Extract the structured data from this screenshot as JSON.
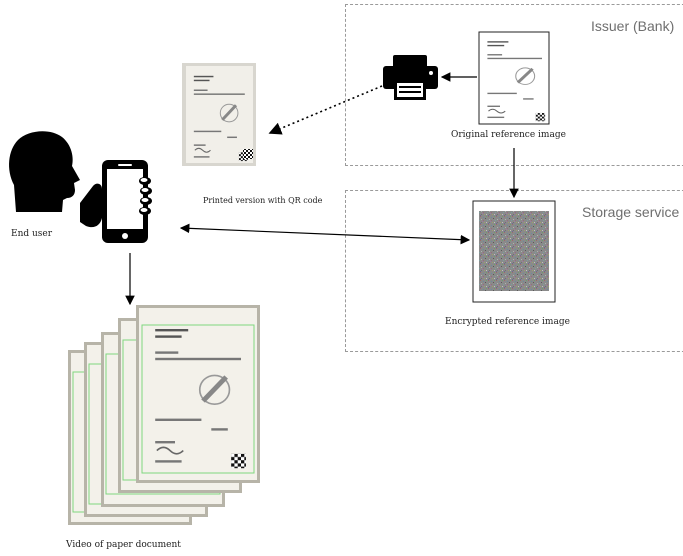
{
  "regions": {
    "issuer": {
      "label": "Issuer (Bank)"
    },
    "storage": {
      "label": "Storage service"
    }
  },
  "captions": {
    "original": "Original reference image",
    "printed": "Printed version with QR code",
    "end_user": "End user",
    "encrypted": "Encrypted reference image",
    "video": "Video of paper document"
  },
  "icons": [
    "printer-icon",
    "person-head-icon",
    "smartphone-in-hand-icon",
    "document-thumbnail-icon",
    "qr-code-icon"
  ],
  "colors": {
    "frame_green": "#7fd67f",
    "paper": "#f4f1ea",
    "dashed_border": "#9a9a9a",
    "icon_black": "#000000"
  }
}
